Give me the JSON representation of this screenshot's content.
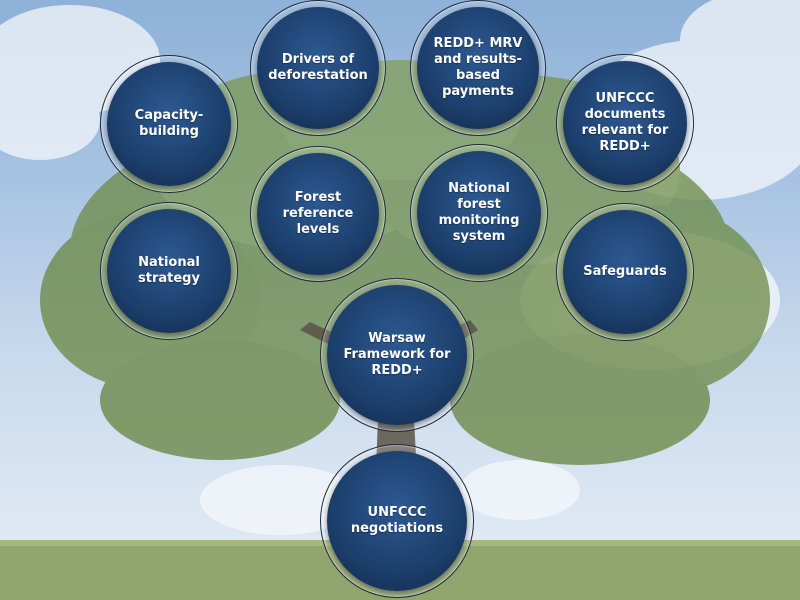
{
  "nodes": {
    "drivers": {
      "label": "Drivers of\ndeforestation"
    },
    "mrv": {
      "label": "REDD+ MRV\nand results-\nbased\npayments"
    },
    "capacity": {
      "label": "Capacity-\nbuilding"
    },
    "unfccc_docs": {
      "label": "UNFCCC\ndocuments\nrelevant for\nREDD+"
    },
    "reference": {
      "label": "Forest\nreference\nlevels"
    },
    "monitoring": {
      "label": "National\nforest\nmonitoring\nsystem"
    },
    "strategy": {
      "label": "National\nstrategy"
    },
    "safeguards": {
      "label": "Safeguards"
    },
    "warsaw": {
      "label": "Warsaw\nFramework for\nREDD+"
    },
    "negotiations": {
      "label": "UNFCCC\nnegotiations"
    }
  },
  "colors": {
    "node_fill": "#1d416f",
    "node_ring": "#1f2a3a",
    "label_text": "#ffffff"
  }
}
